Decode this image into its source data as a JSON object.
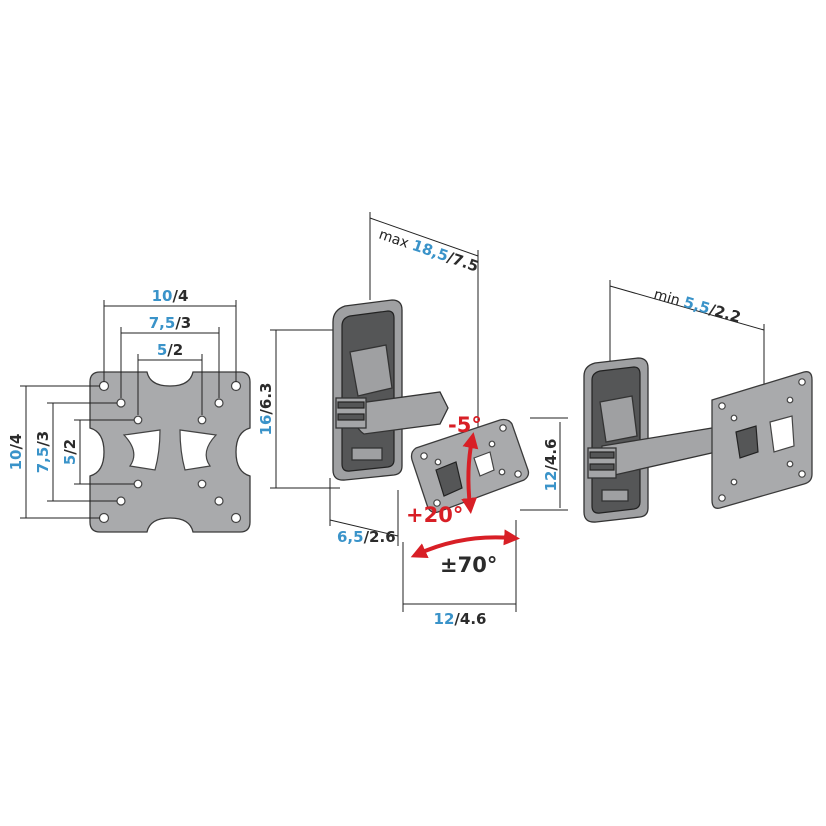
{
  "left_plate": {
    "w10": {
      "num": "10",
      "unit": "/4"
    },
    "w75": {
      "num": "7,5",
      "unit": "/3"
    },
    "w5": {
      "num": "5",
      "unit": "/2"
    },
    "h10": {
      "num": "10",
      "unit": "/4"
    },
    "h75": {
      "num": "7,5",
      "unit": "/3"
    },
    "h5": {
      "num": "5",
      "unit": "/2"
    }
  },
  "middle_mount": {
    "max_prefix": "max",
    "max_ext": {
      "num": "18,5",
      "unit": "/7.5"
    },
    "wall_height": {
      "num": "16",
      "unit": "/6.3"
    },
    "wall_depth": {
      "num": "6,5",
      "unit": "/2.6"
    },
    "plate_height": {
      "num": "12",
      "unit": "/4.6"
    },
    "plate_width": {
      "num": "12",
      "unit": "/4.6"
    },
    "tilt_up": "-5°",
    "tilt_down": "+20°",
    "swivel": "±70°"
  },
  "right_mount": {
    "min_prefix": "min",
    "min_ext": {
      "num": "5,5",
      "unit": "/2.2"
    }
  },
  "colors": {
    "dimension_blue": "#3a93c9",
    "angle_red": "#d81f26",
    "metal_gray": "#a9aaac"
  }
}
